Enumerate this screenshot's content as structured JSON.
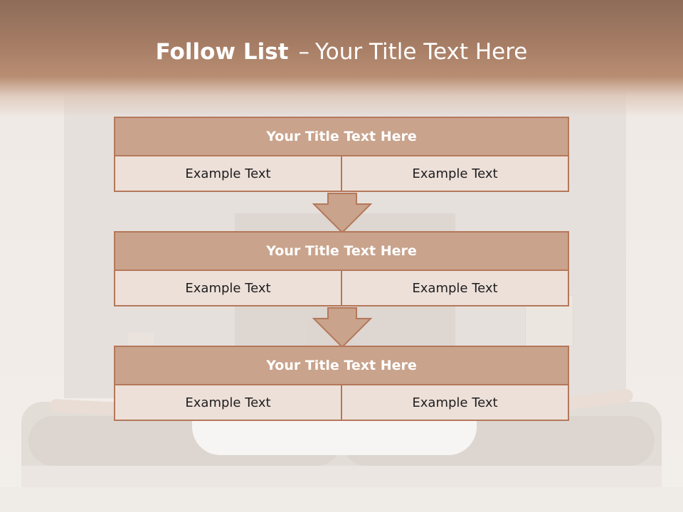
{
  "slide": {
    "title_bold": "Follow List",
    "title_sep": "–",
    "title_rest": "Your Title Text Here"
  },
  "blocks": [
    {
      "title": "Your Title Text Here",
      "left": "Example Text",
      "right": "Example Text"
    },
    {
      "title": "Your Title Text Here",
      "left": "Example Text",
      "right": "Example Text"
    },
    {
      "title": "Your Title Text Here",
      "left": "Example Text",
      "right": "Example Text"
    }
  ],
  "colors": {
    "header_band": "#a47b63",
    "block_head": "#c9a38c",
    "block_body": "#ede0d9",
    "border": "#b4785a"
  }
}
